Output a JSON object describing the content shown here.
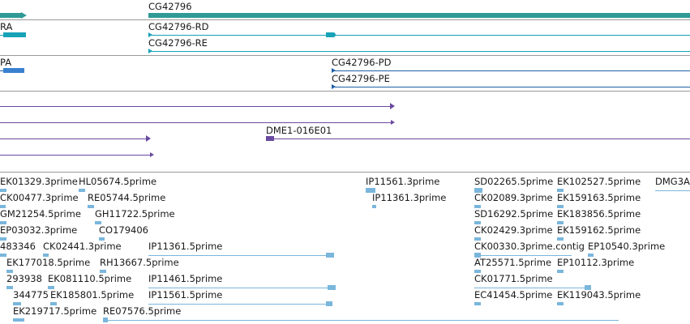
{
  "colors": {
    "gene": "#2f9a96",
    "transcript": "#17a2b8",
    "protein": "#1e5fa8",
    "clone": "#6a4aa0",
    "est": "#7ab6dc",
    "separator": "#9a9a9a"
  },
  "tracks": {
    "gene": {
      "label": "CG42796"
    },
    "transcripts": {
      "left_partial": "RA",
      "items": [
        "CG42796-RD",
        "CG42796-RE"
      ]
    },
    "proteins": {
      "left_partial": "PA",
      "items": [
        "CG42796-PD",
        "CG42796-PE"
      ]
    },
    "clones": {
      "label": "DME1-016E01"
    },
    "ests": {
      "rows": [
        [
          "EK01329.3prime",
          "HL05674.5prime",
          "IP11561.3prime",
          "SD02265.5prime",
          "EK102527.5prime",
          "DMG3A"
        ],
        [
          "CK00477.3prime",
          "RE05744.5prime",
          "IP11361.3prime",
          "CK02089.3prime",
          "EK159163.5prime"
        ],
        [
          "GM21254.5prime",
          "GH11722.5prime",
          "SD16292.5prime",
          "EK183856.5prime"
        ],
        [
          "EP03032.3prime",
          "CO179406",
          "CK02429.3prime",
          "EK159162.5prime"
        ],
        [
          "483346",
          "CK02441.3prime",
          "IP11361.5prime",
          "CK00330.3prime.contig",
          "EP10540.3prime"
        ],
        [
          "EK177018.5prime",
          "RH13667.5prime",
          "AT25571.5prime",
          "EP10112.3prime"
        ],
        [
          "293938",
          "EK081110.5prime",
          "IP11461.5prime",
          "CK01771.5prime"
        ],
        [
          "344775",
          "EK185801.5prime",
          "IP11561.5prime",
          "EC41454.5prime",
          "EK119043.5prime"
        ],
        [
          "EK219717.5prime",
          "RE07576.5prime"
        ]
      ]
    }
  }
}
